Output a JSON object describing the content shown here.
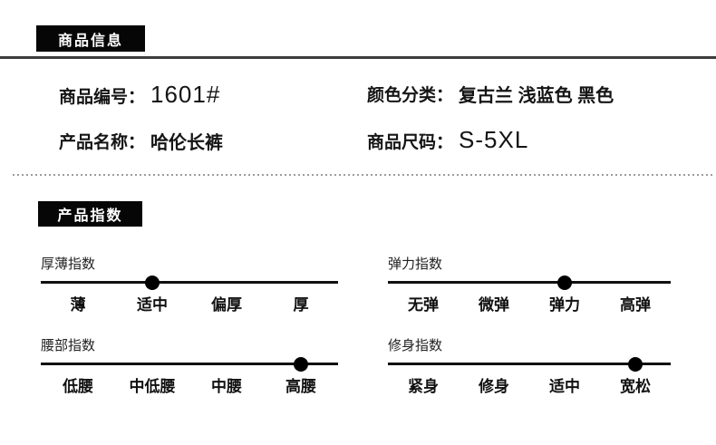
{
  "page": {
    "background": "#ffffff",
    "accent": "#060606"
  },
  "section_product_info": {
    "badge_label": "商品信息",
    "rows": [
      {
        "label": "商品编号：",
        "value": "1601#"
      },
      {
        "label": "颜色分类：",
        "value": "复古兰 浅蓝色 黑色"
      },
      {
        "label": "产品名称：",
        "value": "哈伦长裤"
      },
      {
        "label": "商品尺码：",
        "value": "S-5XL"
      }
    ]
  },
  "section_product_index": {
    "badge_label": "产品指数",
    "sliders": [
      {
        "title": "厚薄指数",
        "options": [
          "薄",
          "适中",
          "偏厚",
          "厚"
        ],
        "selected_index": 1,
        "selected_label": "适中"
      },
      {
        "title": "弹力指数",
        "options": [
          "无弹",
          "微弹",
          "弹力",
          "高弹"
        ],
        "selected_index": 2,
        "selected_label": "弹力"
      },
      {
        "title": "腰部指数",
        "options": [
          "低腰",
          "中低腰",
          "中腰",
          "高腰"
        ],
        "selected_index": 3,
        "selected_label": "高腰"
      },
      {
        "title": "修身指数",
        "options": [
          "紧身",
          "修身",
          "适中",
          "宽松"
        ],
        "selected_index": 3,
        "selected_label": "宽松"
      }
    ]
  }
}
